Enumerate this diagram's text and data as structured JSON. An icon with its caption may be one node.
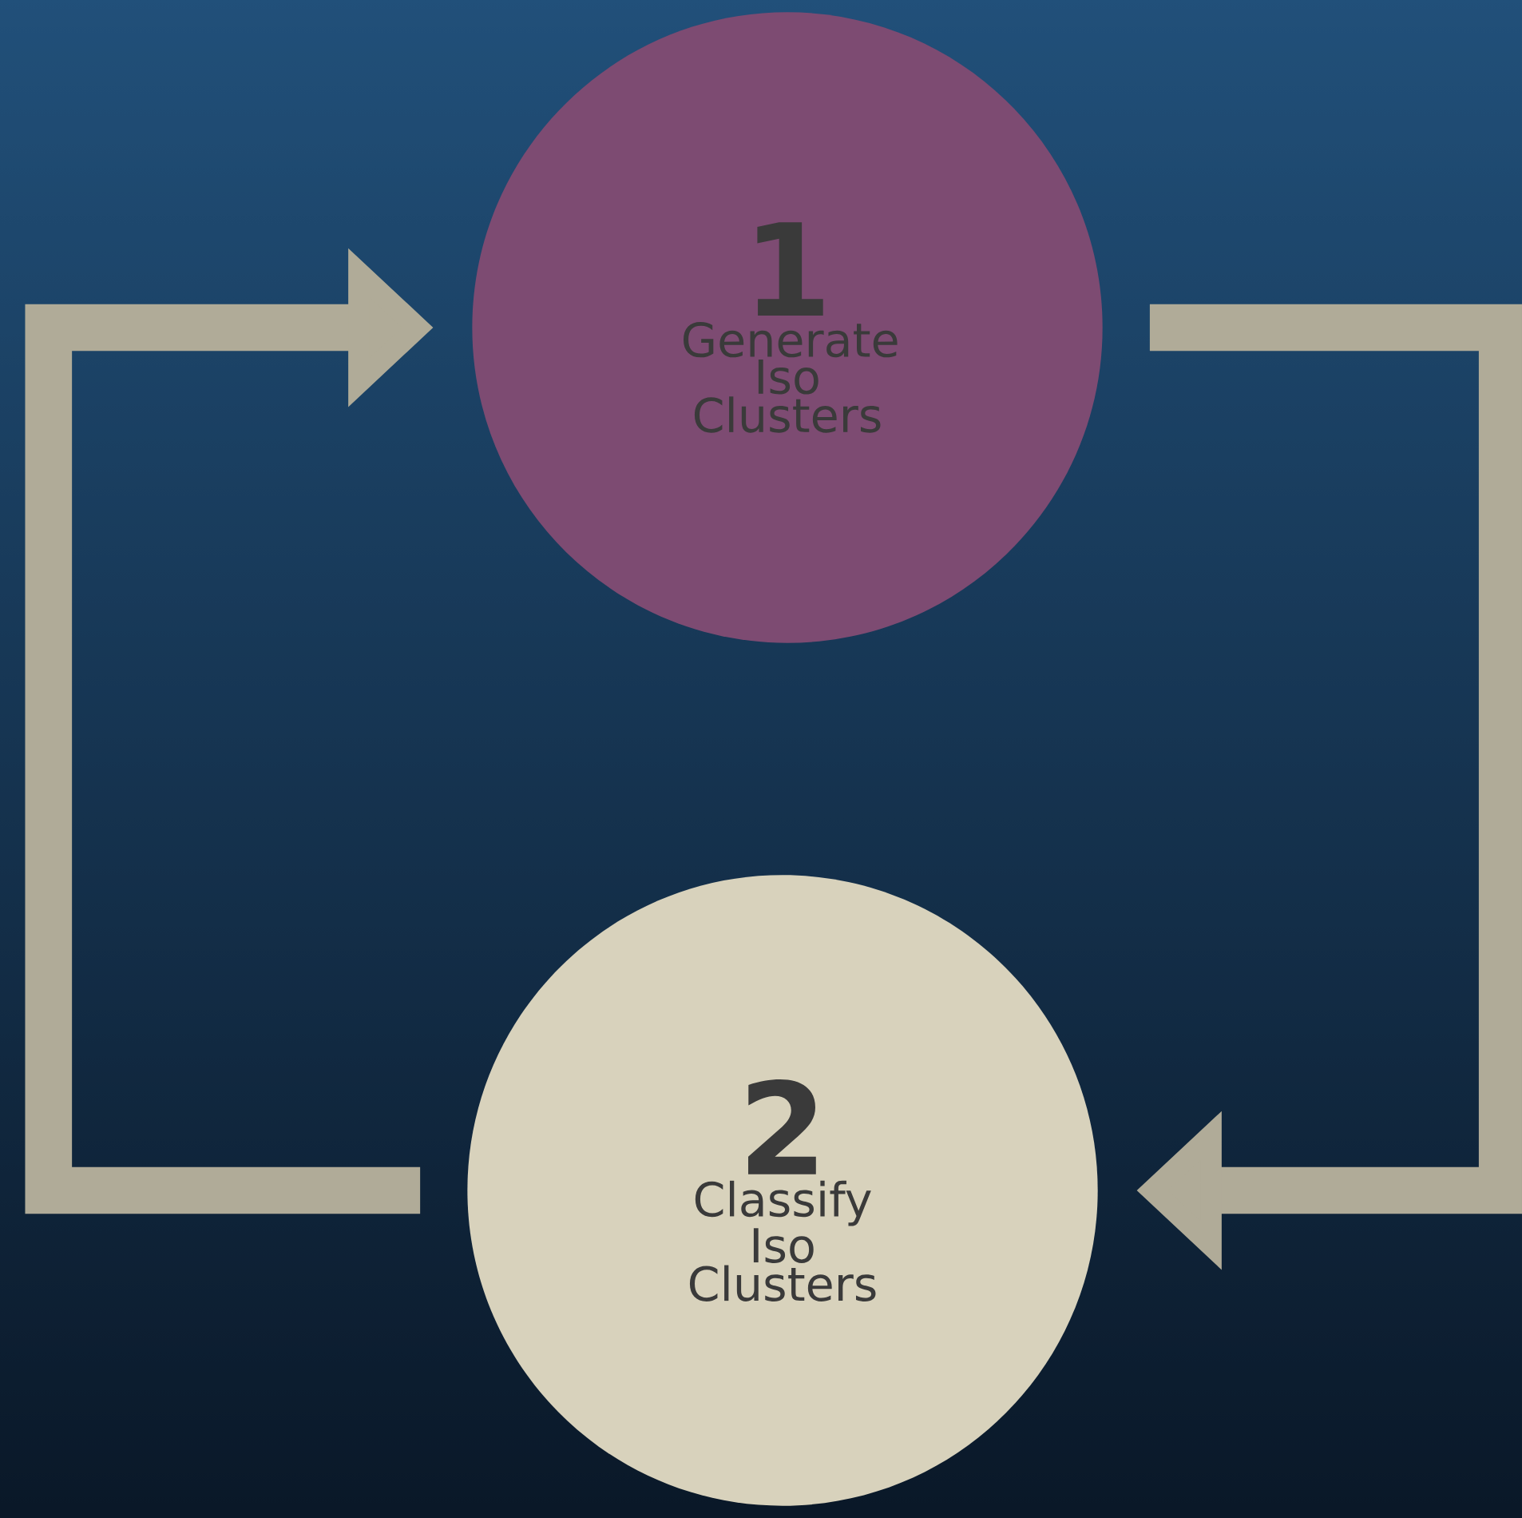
{
  "diagram": {
    "nodes": [
      {
        "text": [
          "1",
          "Generate Iso Clusters"
        ]
      },
      {
        "text": [
          "2",
          "Classify Iso Clusters"
        ]
      }
    ],
    "edges": [
      {
        "from": 0,
        "to": 1,
        "arrow": "to"
      },
      {
        "from": 1,
        "to": 0,
        "arrow": "to"
      }
    ]
  }
}
